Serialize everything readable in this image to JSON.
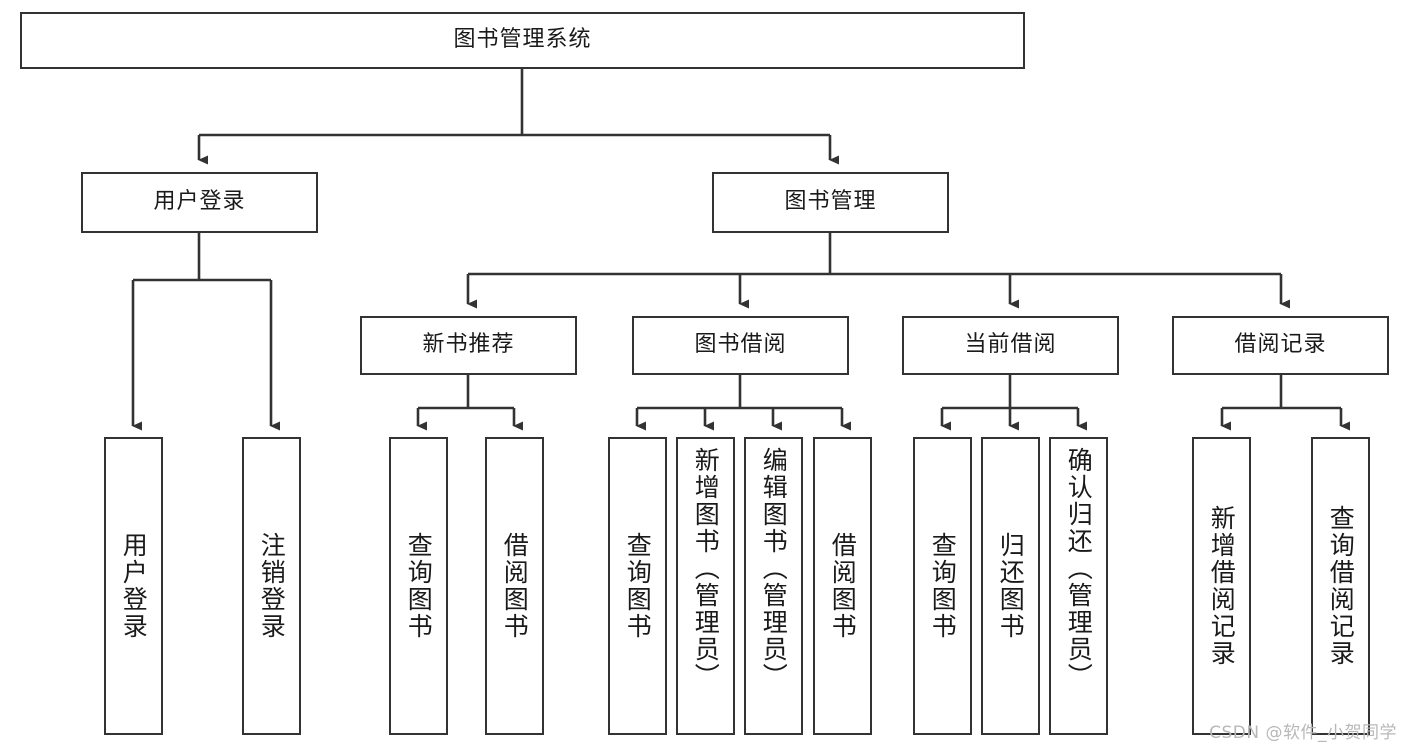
{
  "diagram": {
    "title": "图书管理系统",
    "type": "functional-structure-tree",
    "root": {
      "label": "图书管理系统"
    },
    "level2": [
      {
        "label": "用户登录"
      },
      {
        "label": "图书管理"
      }
    ],
    "level3": [
      {
        "label": "新书推荐"
      },
      {
        "label": "图书借阅"
      },
      {
        "label": "当前借阅"
      },
      {
        "label": "借阅记录"
      }
    ],
    "leaves": {
      "user_login": [
        {
          "label": "用户登录"
        },
        {
          "label": "注销登录"
        }
      ],
      "new_book": [
        {
          "label": "查询图书"
        },
        {
          "label": "借阅图书"
        }
      ],
      "book_borrow": [
        {
          "label": "查询图书"
        },
        {
          "label": "新增图书（管理员）"
        },
        {
          "label": "编辑图书（管理员）"
        },
        {
          "label": "借阅图书"
        }
      ],
      "current_borrow": [
        {
          "label": "查询图书"
        },
        {
          "label": "归还图书"
        },
        {
          "label": "确认归还（管理员）"
        }
      ],
      "borrow_record": [
        {
          "label": "新增借阅记录"
        },
        {
          "label": "查询借阅记录"
        }
      ]
    }
  },
  "watermark": {
    "text": "CSDN @软件_小贺同学"
  },
  "colors": {
    "stroke": "#333333",
    "box_fill": "#ffffff",
    "text": "#1a1a1a",
    "watermark": "#b8b8b8"
  }
}
